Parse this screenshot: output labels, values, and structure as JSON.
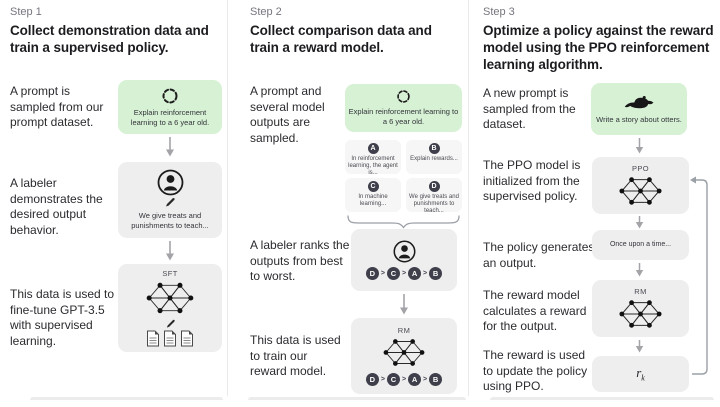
{
  "figure": "RLHF training method diagram",
  "colors": {
    "prompt_box_green": "#d7f1d5",
    "model_box_gray": "#eeeeef",
    "mini_box_gray": "#f6f6f7",
    "badge_dark": "#3e3f4b",
    "step_label_gray": "#75757f",
    "arrow_gray": "#a3a3a8",
    "divider_gray": "#e9e9e9",
    "text_dark": "#202123"
  },
  "icons": {
    "sampling": "dashed-circle-icon",
    "labeler": "person-in-circle-icon",
    "pencil": "pencil-icon",
    "documents": "document-pages-icon",
    "network": "neural-network-icon",
    "otter": "otter-silhouette-icon",
    "down_arrow": "down-arrow-icon",
    "brace": "curly-brace-icon",
    "loop": "feedback-loop-arrow-icon"
  },
  "steps": [
    {
      "label": "Step 1",
      "title": "Collect demonstration data and train a supervised policy.",
      "captions": {
        "prompt": "A prompt is sampled from our prompt dataset.",
        "labeler": "A labeler demonstrates the desired output behavior.",
        "finetune": "This data is used to fine-tune GPT-3.5 with supervised learning."
      },
      "prompt_box": "Explain reinforcement learning to a 6 year old.",
      "labeler_box": "We give treats and punishments to teach...",
      "model_label": "SFT"
    },
    {
      "label": "Step 2",
      "title": "Collect comparison data and train a reward model.",
      "captions": {
        "sampled": "A prompt and several model outputs are sampled.",
        "ranks": "A labeler ranks the outputs from best to worst.",
        "train": "This data is used to train our reward model."
      },
      "prompt_box": "Explain reinforcement learning to a 6 year old.",
      "outputs": [
        {
          "letter": "A",
          "text": "In reinforcement learning, the agent is..."
        },
        {
          "letter": "B",
          "text": "Explain rewards..."
        },
        {
          "letter": "C",
          "text": "In machine learning..."
        },
        {
          "letter": "D",
          "text": "We give treats and punishments to teach..."
        }
      ],
      "ranking": [
        "D",
        "C",
        "A",
        "B"
      ],
      "ranking_separator": ">",
      "model_label": "RM"
    },
    {
      "label": "Step 3",
      "title": "Optimize a policy against the reward model using the PPO reinforcement learning algorithm.",
      "captions": {
        "new_prompt": "A new prompt is sampled from the dataset.",
        "init": "The PPO model is initialized from the supervised policy.",
        "generates": "The policy generates an output.",
        "reward_calc": "The reward model calculates a reward for the output.",
        "update": "The reward is used to update the policy using PPO."
      },
      "prompt_box": "Write a story about otters.",
      "ppo_label": "PPO",
      "output_box": "Once upon a time...",
      "rm_label": "RM",
      "reward": {
        "base": "r",
        "sub": "k"
      }
    }
  ]
}
